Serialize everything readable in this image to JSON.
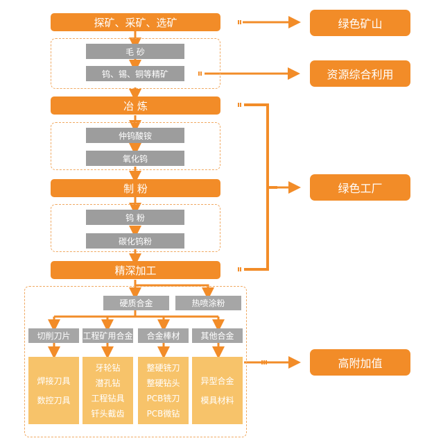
{
  "stages": {
    "mining": "探矿、采矿、选矿",
    "crude_sand": "毛 砂",
    "concentrate": "钨、锡、铜等精矿",
    "smelting": "冶 炼",
    "apt": "仲钨酸铵",
    "tungsten_oxide": "氧化钨",
    "powder_making": "制 粉",
    "tungsten_powder": "钨 粉",
    "tungsten_carbide_powder": "碳化钨粉",
    "deep_processing": "精深加工"
  },
  "deep_processing": {
    "hard_alloy": "硬质合金",
    "thermal_spray_powder": "热喷涂粉",
    "categories": [
      {
        "label": "切削刀片",
        "products": [
          "焊接刀具",
          "数控刀具"
        ]
      },
      {
        "label": "工程矿用合金",
        "products": [
          "牙轮钻",
          "潜孔钻",
          "工程钻具",
          "钎头截齿"
        ]
      },
      {
        "label": "合金棒材",
        "products": [
          "整硬铣刀",
          "整硬钻头",
          "PCB铣刀",
          "PCB微钻"
        ]
      },
      {
        "label": "其他合金",
        "products": [
          "异型合金",
          "模具材料"
        ]
      }
    ]
  },
  "right_labels": {
    "green_mine": "绿色矿山",
    "resource_utilization": "资源综合利用",
    "green_factory": "绿色工厂",
    "high_value_added": "高附加值"
  },
  "colors": {
    "orange": "#f28c28",
    "gray": "#9d9d9d",
    "light_orange": "#f7c36a",
    "dash": "#f0a860"
  }
}
